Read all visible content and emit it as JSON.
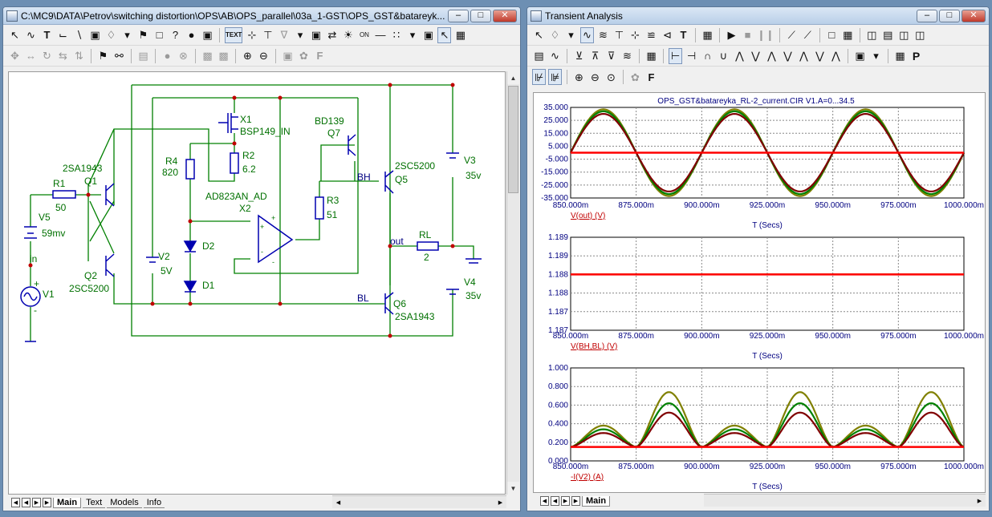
{
  "left_window": {
    "title": "C:\\MC9\\DATA\\Petrov\\switching distortion\\OPS\\AB\\OPS_parallel\\03a_1-GST\\OPS_GST&batareyk...",
    "tabs": [
      "Main",
      "Text",
      "Models",
      "Info"
    ],
    "toolbar_text_label": "TEXT"
  },
  "schematic": {
    "components": {
      "r1": {
        "name": "R1",
        "value": "50"
      },
      "r2": {
        "name": "R2",
        "value": "6.2"
      },
      "r3": {
        "name": "R3",
        "value": "51"
      },
      "r4": {
        "name": "R4",
        "value": "820"
      },
      "v5": {
        "name": "V5",
        "value": "59mv"
      },
      "v1": {
        "name": "V1"
      },
      "v2": {
        "name": "V2",
        "value": "5V"
      },
      "v3": {
        "name": "V3",
        "value": "35v"
      },
      "v4": {
        "name": "V4",
        "value": "35v"
      },
      "q1": {
        "name": "Q1",
        "model": "2SA1943"
      },
      "q2": {
        "name": "Q2",
        "model": "2SC5200"
      },
      "q5": {
        "name": "Q5",
        "model": "2SC5200"
      },
      "q6": {
        "name": "Q6",
        "model": "2SA1943"
      },
      "q7": {
        "name": "Q7",
        "model": "BD139"
      },
      "x1": {
        "name": "X1",
        "model": "BSP149_IN"
      },
      "x2": {
        "name": "X2",
        "model": "AD823AN_AD"
      },
      "d1": {
        "name": "D1"
      },
      "d2": {
        "name": "D2"
      },
      "rl": {
        "name": "RL",
        "value": "2"
      }
    },
    "net_labels": {
      "in": "in",
      "out": "out",
      "bh": "BH",
      "bl": "BL"
    },
    "signs": {
      "plus": "+",
      "minus": "-"
    }
  },
  "right_window": {
    "title": "Transient Analysis",
    "tab": "Main",
    "toolbar_text_label": "P"
  },
  "chart_data": [
    {
      "type": "line",
      "title": "OPS_GST&batareyka_RL-2_current.CIR V1.A=0...34.5",
      "xlabel": "T (Secs)",
      "ylabel": "V(out) (V)",
      "xlim": [
        0.85,
        1.0
      ],
      "ylim": [
        -35,
        35
      ],
      "x_ticks": [
        "850.000m",
        "875.000m",
        "900.000m",
        "925.000m",
        "950.000m",
        "975.000m",
        "1000.000m"
      ],
      "y_ticks": [
        "35.000",
        "25.000",
        "15.000",
        "5.000",
        "-5.000",
        "-15.000",
        "-25.000",
        "-35.000"
      ],
      "grid": true,
      "series": [
        {
          "amplitude": 33.5,
          "color": "#808000"
        },
        {
          "amplitude": 32.0,
          "color": "#008000"
        },
        {
          "amplitude": 30.0,
          "color": "#800000"
        },
        {
          "amplitude": 0,
          "color": "#ff0000"
        }
      ]
    },
    {
      "type": "line",
      "xlabel": "T (Secs)",
      "ylabel": "V(BH,BL) (V)",
      "xlim": [
        0.85,
        1.0
      ],
      "ylim": [
        1.187,
        1.189
      ],
      "x_ticks": [
        "850.000m",
        "875.000m",
        "900.000m",
        "925.000m",
        "950.000m",
        "975.000m",
        "1000.000m"
      ],
      "y_ticks": [
        "1.189",
        "1.189",
        "1.188",
        "1.188",
        "1.187",
        "1.187"
      ],
      "grid": true,
      "series": [
        {
          "value": 1.1882,
          "color": "#808000"
        },
        {
          "value": 1.1882,
          "color": "#ff0000"
        }
      ]
    },
    {
      "type": "line",
      "xlabel": "T (Secs)",
      "ylabel": "-I(V2) (A)",
      "xlim": [
        0.85,
        1.0
      ],
      "ylim": [
        0,
        1.0
      ],
      "x_ticks": [
        "850.000m",
        "875.000m",
        "900.000m",
        "925.000m",
        "950.000m",
        "975.000m",
        "1000.000m"
      ],
      "y_ticks": [
        "1.000",
        "0.800",
        "0.600",
        "0.400",
        "0.200",
        "0.000"
      ],
      "grid": true,
      "series": [
        {
          "peak_high": 0.74,
          "peak_low": 0.38,
          "color": "#808000"
        },
        {
          "peak_high": 0.62,
          "peak_low": 0.34,
          "color": "#008000"
        },
        {
          "peak_high": 0.52,
          "peak_low": 0.3,
          "color": "#800000"
        },
        {
          "value": 0.15,
          "color": "#ff0000"
        }
      ]
    }
  ]
}
